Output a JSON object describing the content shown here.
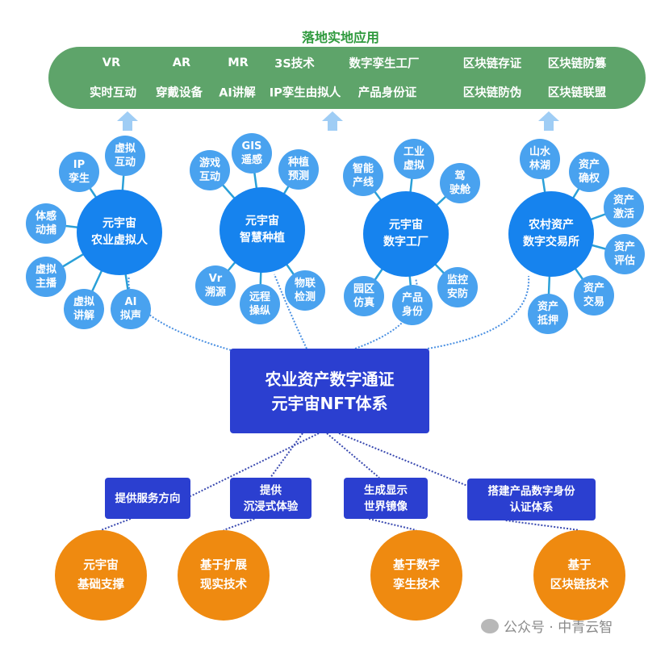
{
  "top": {
    "title": "落地实地应用",
    "row1": [
      "VR",
      "AR",
      "MR",
      "3S技术",
      "数字孪生工厂",
      "区块链存证",
      "区块链防篡"
    ],
    "row2": [
      "实时互动",
      "穿戴设备",
      "AI讲解",
      "IP孪生由拟人",
      "产品身份证",
      "区块链防伪",
      "区块链联盟"
    ]
  },
  "hubs": [
    {
      "label": "元宇宙\n农业虚拟人",
      "satellites": [
        "虚拟\n互动",
        "IP\n孪生",
        "体感\n动捕",
        "虚拟\n主播",
        "虚拟\n讲解",
        "AI\n拟声"
      ]
    },
    {
      "label": "元宇宙\n智慧种植",
      "satellites": [
        "游戏\n互动",
        "GIS\n遥感",
        "种植\n预测",
        "Vr\n溯源",
        "远程\n操纵",
        "物联\n检测"
      ]
    },
    {
      "label": "元宇宙\n数字工厂",
      "satellites": [
        "智能\n产线",
        "工业\n虚拟",
        "驾\n驶舱",
        "园区\n仿真",
        "产品\n身份",
        "监控\n安防"
      ]
    },
    {
      "label": "农村资产\n数字交易所",
      "satellites": [
        "山水\n林湖",
        "资产\n确权",
        "资产\n激活",
        "资产\n评估",
        "资产\n交易",
        "资产\n抵押"
      ]
    }
  ],
  "core": {
    "line1": "农业资产数字通证",
    "line2": "元宇宙NFT体系"
  },
  "functions": [
    "提供服务方向",
    "提供\n沉浸式体验",
    "生成显示\n世界镜像",
    "搭建产品数字身份\n认证体系"
  ],
  "foundations": [
    "元宇宙\n基础支撑",
    "基于扩展\n现实技术",
    "基于数字\n孪生技术",
    "基于\n区块链技术"
  ],
  "watermark": "公众号 · 中青云智",
  "colors": {
    "green": "#5ea46a",
    "hub": "#1683ee",
    "satellite": "#49a2ef",
    "core": "#2b3fd0",
    "orange": "#ef8a10"
  }
}
